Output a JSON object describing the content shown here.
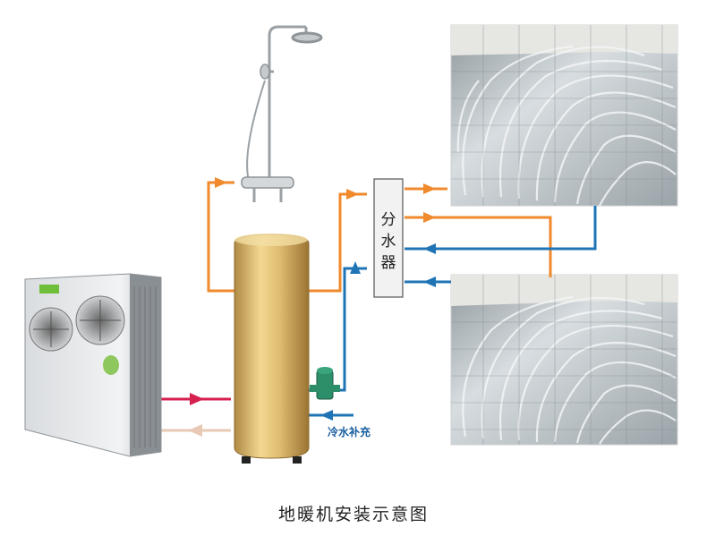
{
  "diagram": {
    "caption": "地暖机安装示意图",
    "manifold_label": [
      "分",
      "水",
      "器"
    ],
    "cold_water_label": "冷水补充",
    "tank_brand": "",
    "unit_badge": ""
  },
  "colors": {
    "hot_pipe": "#f08a2c",
    "cold_pipe": "#1f74b6",
    "supply_pipe": "#d6204f",
    "return_pipe": "#e8c9b6",
    "tank_gold": "#d8b56a",
    "floor_silver": "#b9c2c6"
  }
}
